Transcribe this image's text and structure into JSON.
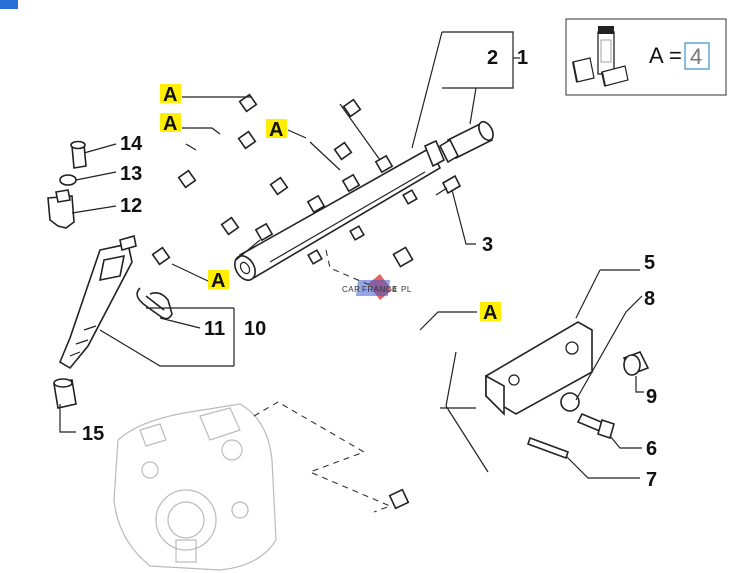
{
  "diagram": {
    "callouts": {
      "c1": "1",
      "c2": "2",
      "c3": "3",
      "c5": "5",
      "c6": "6",
      "c7": "7",
      "c8": "8",
      "c9": "9",
      "c10": "10",
      "c11": "11",
      "c12": "12",
      "c13": "13",
      "c14": "14",
      "c15": "15"
    },
    "pipe_label": "A",
    "legend": {
      "label": "A",
      "equals": "=",
      "quantity": "4"
    },
    "watermark": {
      "left": "CAR",
      "mid": "FRANCE",
      "right": "4",
      "suffix": "PL"
    },
    "colors": {
      "highlight": "#ffee00",
      "quantity_box": "#3a8fd6",
      "accent_blue": "#2a6fd6"
    }
  }
}
